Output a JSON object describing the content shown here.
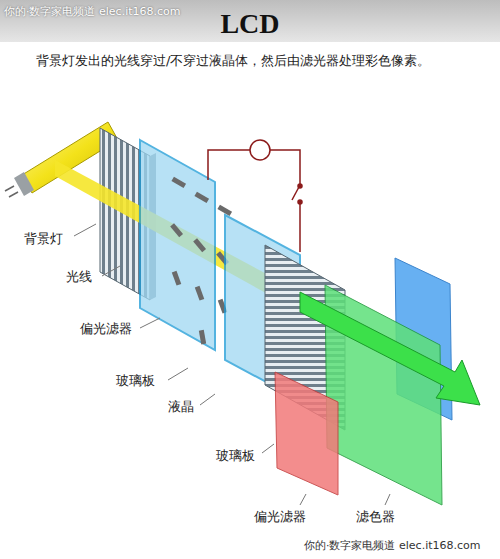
{
  "diagram": {
    "title": "LCD",
    "labels": [
      "你的·数字家电频道 elec.it168.com",
      "背景灯发出的光线穿过/不穿过液晶体，然后由滤光器处理彩色像素。",
      "背景灯",
      "光线",
      "偏光滤器",
      "玻璃板",
      "液晶",
      "玻璃板",
      "偏光滤器",
      "滤色器",
      "你的·数字家电频道 elec.it168.com"
    ]
  }
}
